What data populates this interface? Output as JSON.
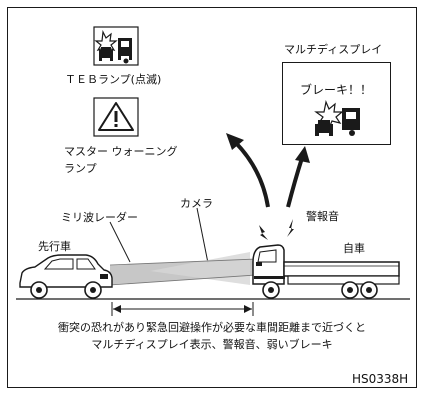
{
  "teb_lamp": {
    "label": "ＴＥＢランプ(点滅)",
    "icon": "teb-lamp-icon"
  },
  "master_warning": {
    "label_line1": "マスター ウォーニング",
    "label_line2": "ランプ",
    "icon": "master-warning-icon"
  },
  "multi_display": {
    "title": "マルチディスプレイ",
    "message": "ブレーキ！！",
    "icon": "collision-warning-icon"
  },
  "scene": {
    "radar_label": "ミリ波レーダー",
    "camera_label": "カメラ",
    "alarm_label": "警報音",
    "lead_vehicle_label": "先行車",
    "own_vehicle_label": "自車"
  },
  "caption": {
    "line1": "衝突の恐れがあり緊急回避操作が必要な車間距離まで近づくと",
    "line2": "マルチディスプレイ表示、警報音、弱いブレーキ"
  },
  "code": "HS0338H",
  "colors": {
    "line": "#1a1a1a",
    "beam": "#bdbdbd"
  }
}
